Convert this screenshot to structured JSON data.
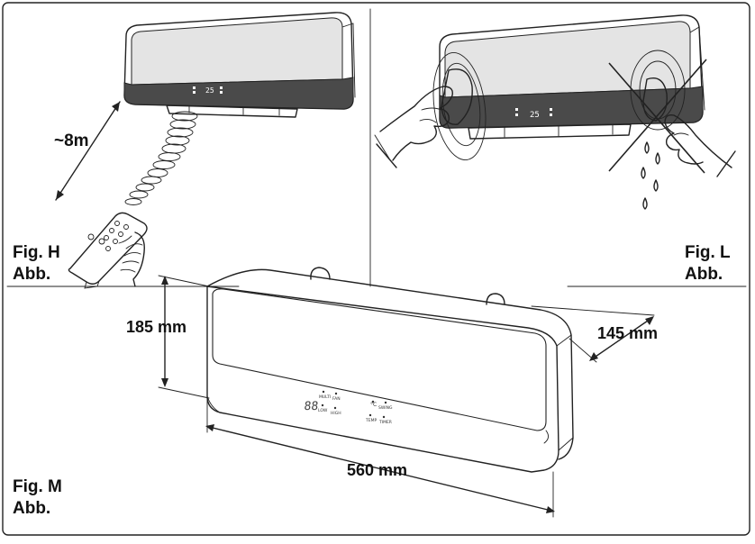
{
  "figures": {
    "h": {
      "fig": "Fig. H",
      "abb": "Abb.",
      "distance": "~8m"
    },
    "l": {
      "fig": "Fig. L",
      "abb": "Abb."
    },
    "m": {
      "fig": "Fig. M",
      "abb": "Abb.",
      "height": "185 mm",
      "depth": "145 mm",
      "width": "560 mm"
    }
  },
  "display": {
    "digits": "88",
    "small_digits": "25",
    "celsius": "°C"
  },
  "panel_labels": {
    "multi": "MULTI",
    "fan": "FAN",
    "low": "LOW",
    "high": "HIGH",
    "swing": "SWING",
    "temp": "TEMP",
    "timer": "TIMER"
  },
  "colors": {
    "line": "#222222",
    "screen": "#e4e4e4",
    "band": "#4a4a4a",
    "background": "#ffffff"
  }
}
